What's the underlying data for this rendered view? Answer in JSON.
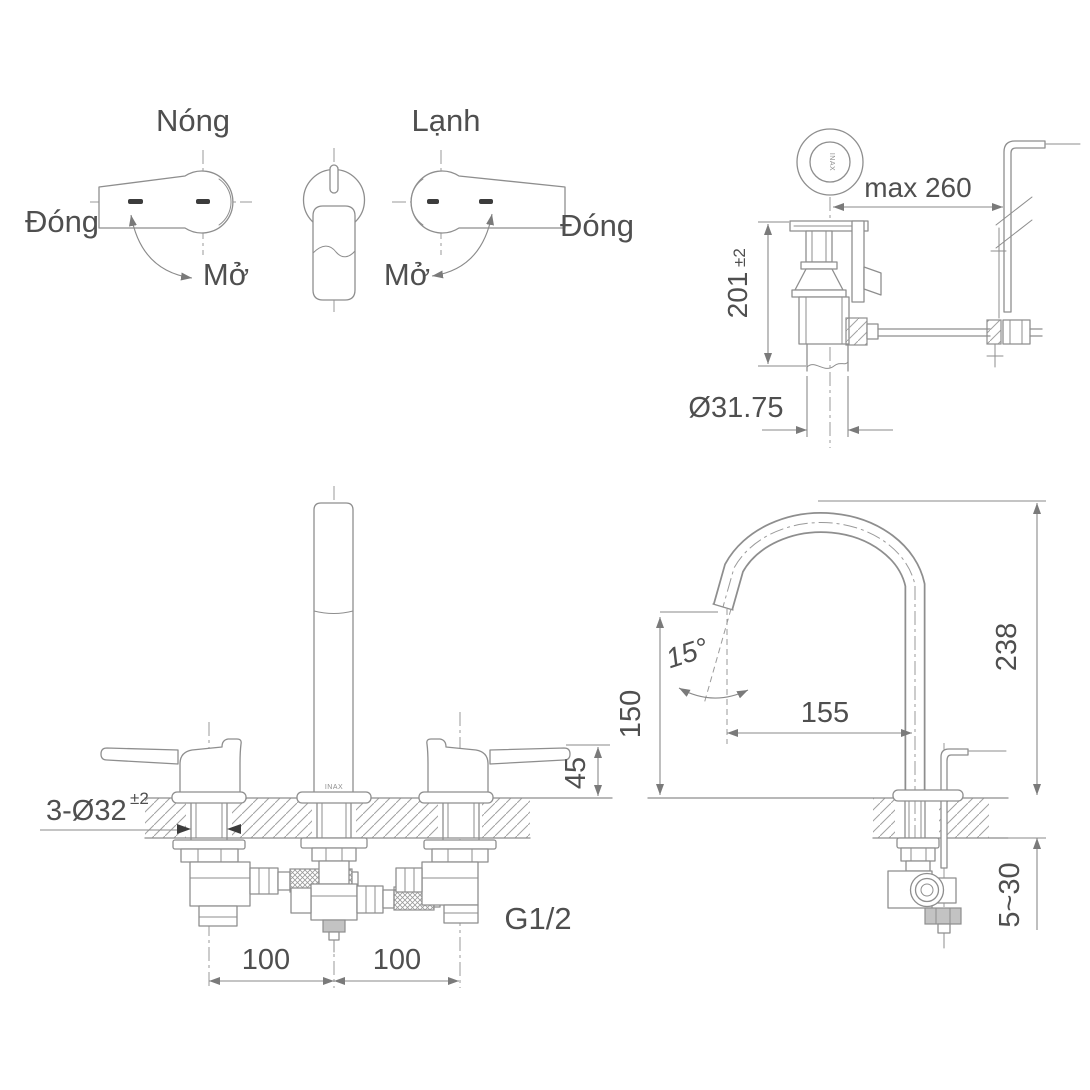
{
  "colors": {
    "line": "#8e8e8e",
    "dimension_line": "#8a8a8a",
    "text": "#4f4f4f",
    "indicator_mark": "#3c3c3c",
    "background": "#ffffff"
  },
  "handles_view": {
    "hot_label": "Nóng",
    "cold_label": "Lạnh",
    "close_left": "Đóng",
    "close_right": "Đóng",
    "open_left": "Mở",
    "open_right": "Mở"
  },
  "drain_view": {
    "logo": "INAX",
    "max_reach": "max 260",
    "height_value": "201",
    "height_tol": "±2",
    "tail_diameter": "Ø31.75"
  },
  "front_view": {
    "logo": "INAX",
    "holes_value": "3-Ø32",
    "holes_tol": "±2",
    "handle_height": "45",
    "pitch_left": "100",
    "pitch_right": "100",
    "thread": "G1/2"
  },
  "side_view": {
    "spout_angle": "15°",
    "spout_height": "150",
    "spout_reach": "155",
    "overall_height": "238",
    "deck_thickness": "5~30"
  }
}
